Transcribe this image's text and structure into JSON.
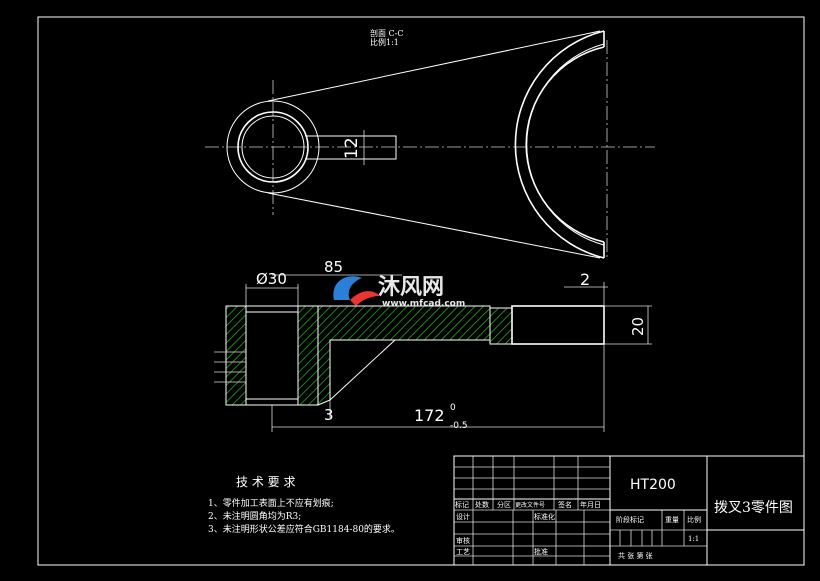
{
  "view": {
    "section_label": "剖面 C-C",
    "scale_label": "比例1:1"
  },
  "dimensions": {
    "top_width": "12",
    "diameter": "Ø30",
    "length_85": "85",
    "gap_2": "2",
    "height_20": "20",
    "rib_3": "3",
    "overall_length": "172",
    "tol_upper": "0",
    "tol_lower": "-0.5"
  },
  "watermark": {
    "brand": "沐风网",
    "url": "www.mfcad.com"
  },
  "notes": {
    "title": "技 术 要 求",
    "items": [
      "1、零件加工表面上不应有划痕;",
      "2、未注明圆角均为R3;",
      "3、未注明形状公差应符合GB1184-80的要求。"
    ]
  },
  "title_block": {
    "material": "HT200",
    "drawing_name": "拨叉3零件图",
    "headers": [
      "标记",
      "处数",
      "分区",
      "更改文件号",
      "签名",
      "年月日"
    ],
    "roles": [
      "设计",
      "标准化",
      "审核",
      "工艺",
      "批准"
    ],
    "stage_label": "阶段标记",
    "weight_label": "重量",
    "scale_label": "比例",
    "scale_value": "1:1",
    "sheets_label": "共  张  第  张"
  },
  "colors": {
    "background": "#000000",
    "line": "#ffffff",
    "hatch": "#22a81e"
  }
}
